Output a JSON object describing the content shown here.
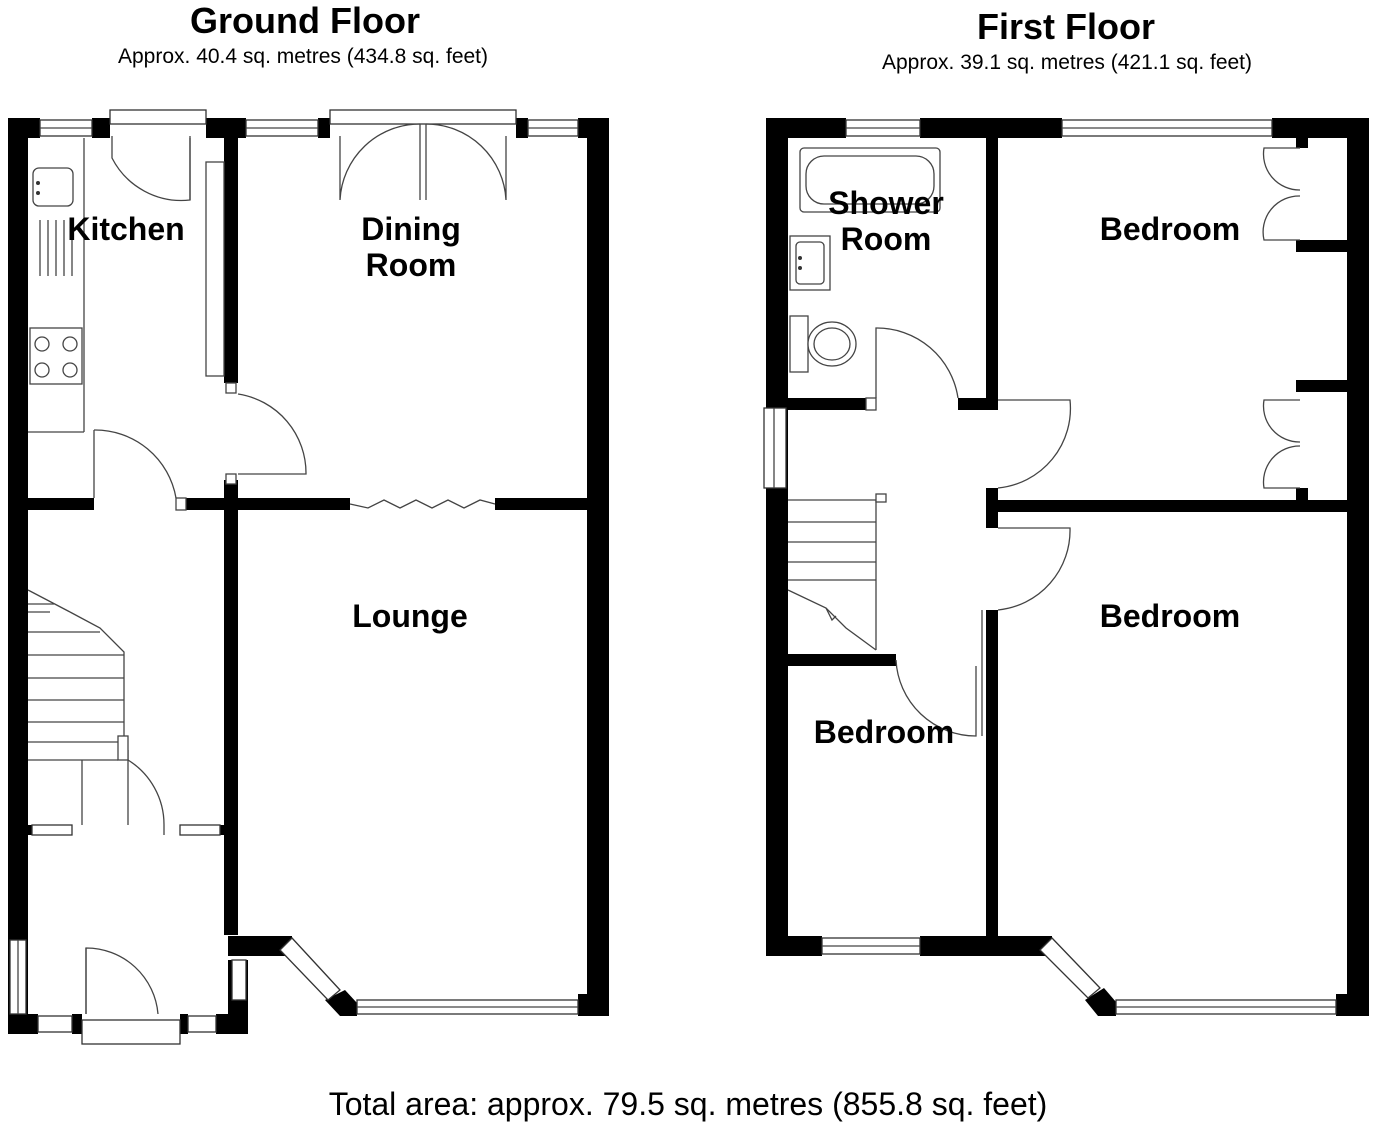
{
  "ground_floor": {
    "title": "Ground Floor",
    "area": "Approx. 40.4 sq. metres (434.8 sq. feet)",
    "rooms": {
      "kitchen": "Kitchen",
      "dining_1": "Dining",
      "dining_2": "Room",
      "lounge": "Lounge"
    }
  },
  "first_floor": {
    "title": "First Floor",
    "area": "Approx. 39.1 sq. metres (421.1 sq. feet)",
    "rooms": {
      "shower_1": "Shower",
      "shower_2": "Room",
      "bedroom_rear": "Bedroom",
      "bedroom_front": "Bedroom",
      "bedroom_small": "Bedroom"
    }
  },
  "total_area": "Total area: approx. 79.5 sq. metres (855.8 sq. feet)"
}
